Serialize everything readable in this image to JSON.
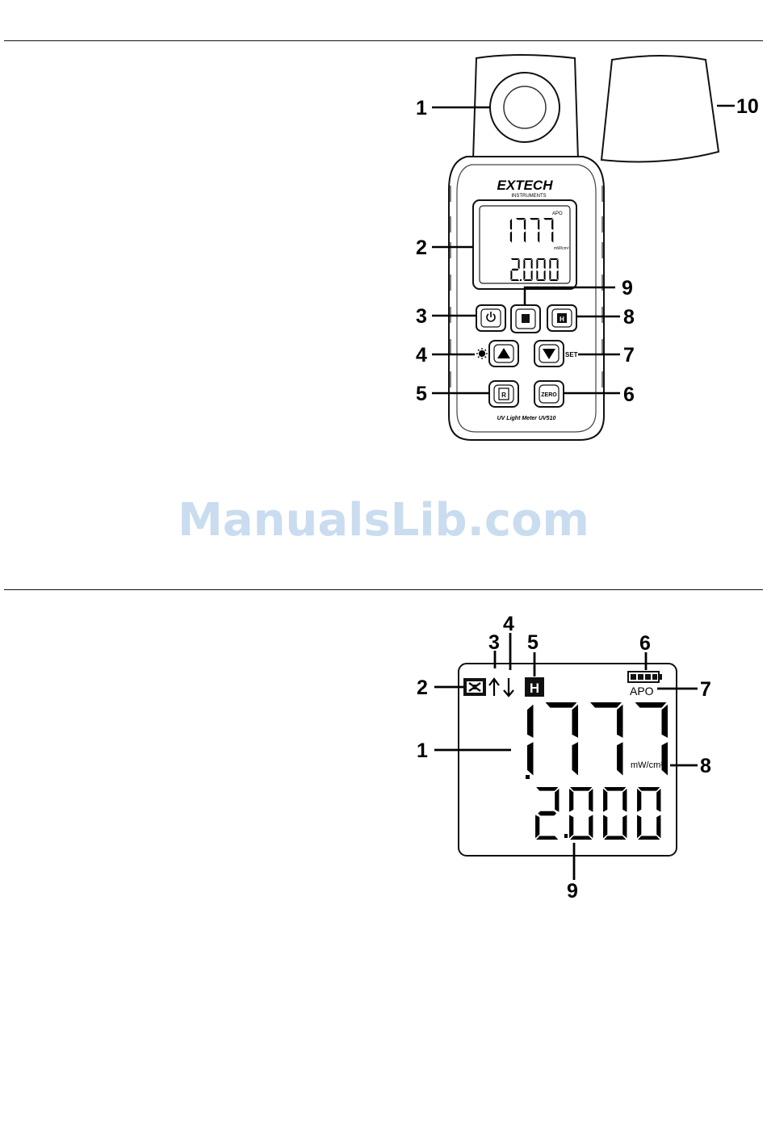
{
  "watermark": "ManualsLib.com",
  "meter": {
    "brand": "EXTECH",
    "brand_sub": "INSTRUMENTS",
    "lcd_apo": "APO",
    "lcd_main": "1777",
    "lcd_unit": "mW/cm²",
    "lcd_sub": "2.000",
    "btn_hold": "H",
    "btn_set": "SET",
    "btn_r": "R",
    "btn_zero": "ZERO",
    "model_label": "UV Light Meter  UV510",
    "callouts": [
      "1",
      "2",
      "3",
      "4",
      "5",
      "6",
      "7",
      "8",
      "9",
      "10"
    ]
  },
  "display": {
    "apo": "APO",
    "hold": "H",
    "unit": "mW/cm²",
    "main_reading": "1777",
    "sub_reading": "2.000",
    "callouts": [
      "1",
      "2",
      "3",
      "4",
      "5",
      "6",
      "7",
      "8",
      "9"
    ]
  },
  "icons": [
    "power-icon",
    "backlight-icon",
    "up-triangle-icon",
    "down-triangle-icon",
    "battery-icon",
    "arrow-up-icon",
    "arrow-down-icon",
    "lamp-icon"
  ]
}
